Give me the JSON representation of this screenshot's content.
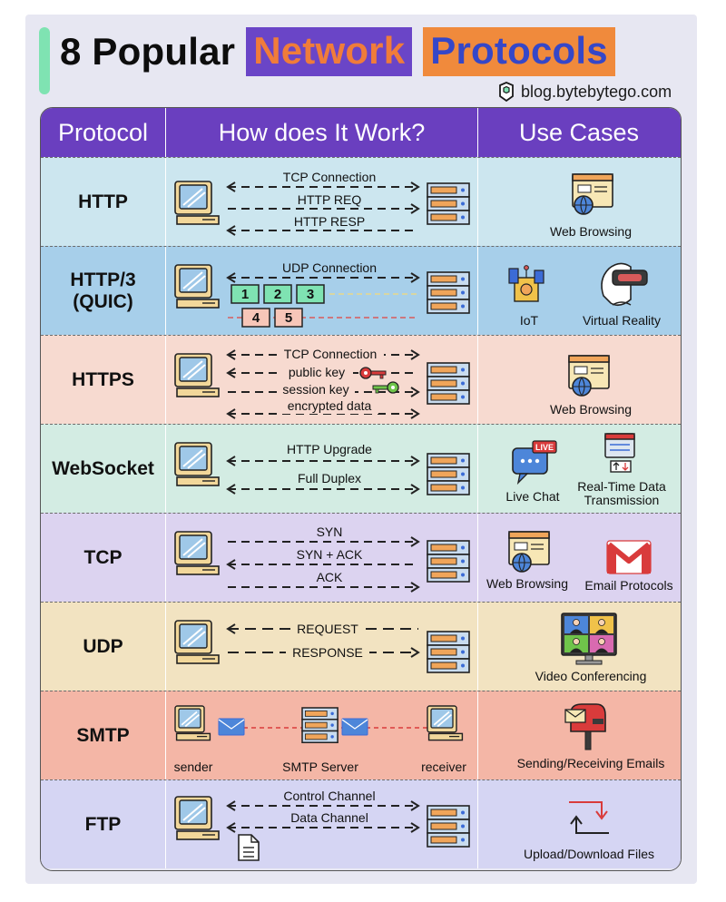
{
  "header": {
    "title_part1": "8 Popular",
    "title_part2": "Network",
    "title_part3": "Protocols",
    "brand": "blog.bytebytego.com",
    "accent_color": "#7fe3b2"
  },
  "table": {
    "headers": [
      "Protocol",
      "How does It Work?",
      "Use Cases"
    ],
    "header_color": "#6a3fbf"
  },
  "rows": [
    {
      "protocol": "HTTP",
      "bg": "#cce6ef",
      "flows": [
        "TCP Connection",
        "HTTP REQ",
        "HTTP RESP"
      ],
      "use_cases": [
        "Web Browsing"
      ]
    },
    {
      "protocol": "HTTP/3\n(QUIC)",
      "protocol_line1": "HTTP/3",
      "protocol_line2": "(QUIC)",
      "bg": "#a7cfea",
      "flows": [
        "UDP Connection"
      ],
      "packets": [
        "1",
        "2",
        "3",
        "4",
        "5"
      ],
      "use_cases": [
        "IoT",
        "Virtual Reality"
      ]
    },
    {
      "protocol": "HTTPS",
      "bg": "#f7dad0",
      "flows": [
        "TCP Connection",
        "public key",
        "session key",
        "encrypted data"
      ],
      "use_cases": [
        "Web Browsing"
      ]
    },
    {
      "protocol": "WebSocket",
      "bg": "#d3ece3",
      "flows": [
        "HTTP Upgrade",
        "Full Duplex"
      ],
      "live_badge": "LIVE",
      "use_cases": [
        "Live Chat",
        "Real-Time Data",
        "Transmission"
      ]
    },
    {
      "protocol": "TCP",
      "bg": "#dcd3f0",
      "flows": [
        "SYN",
        "SYN + ACK",
        "ACK"
      ],
      "use_cases": [
        "Web Browsing",
        "Email Protocols"
      ]
    },
    {
      "protocol": "UDP",
      "bg": "#f2e3c1",
      "flows": [
        "REQUEST",
        "RESPONSE"
      ],
      "use_cases": [
        "Video Conferencing"
      ]
    },
    {
      "protocol": "SMTP",
      "bg": "#f4b6a6",
      "nodes": [
        "sender",
        "SMTP Server",
        "receiver"
      ],
      "use_cases": [
        "Sending/Receiving Emails"
      ]
    },
    {
      "protocol": "FTP",
      "bg": "#d5d5f3",
      "flows": [
        "Control Channel",
        "Data Channel"
      ],
      "use_cases": [
        "Upload/Download Files"
      ]
    }
  ],
  "icons": [
    "computer-icon",
    "server-icon",
    "web-browser-icon",
    "iot-icon",
    "vr-headset-icon",
    "key-icon",
    "chat-icon",
    "data-transfer-icon",
    "gmail-icon",
    "video-conference-icon",
    "mailbox-icon",
    "envelope-icon",
    "document-icon",
    "sync-arrows-icon"
  ]
}
